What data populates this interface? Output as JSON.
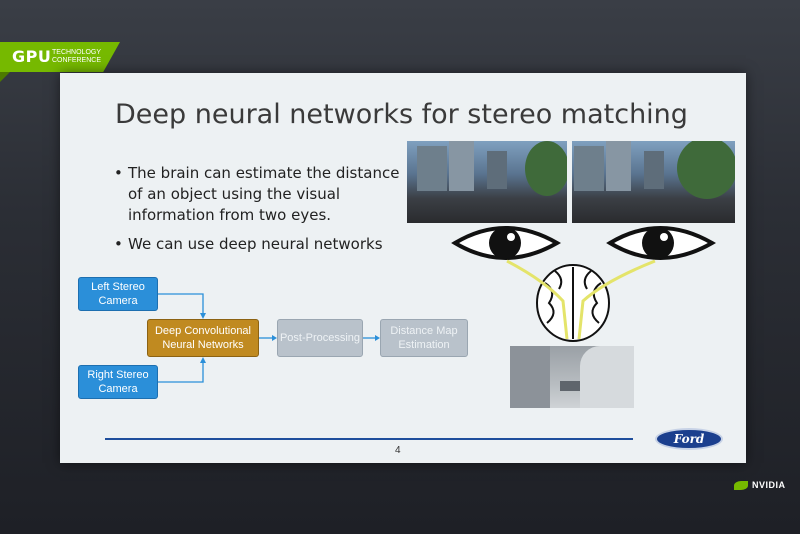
{
  "event_banner": {
    "brand": "GPU",
    "subtitle": "TECHNOLOGY CONFERENCE"
  },
  "slide": {
    "title": "Deep neural networks for stereo matching",
    "bullets": [
      "The brain can estimate the distance of an object using the visual information from two eyes.",
      "We can use deep neural networks"
    ],
    "diagram": {
      "left_input": "Left Stereo Camera",
      "right_input": "Right Stereo Camera",
      "cnn": "Deep Convolutional Neural Networks",
      "post": "Post-Processing",
      "output": "Distance Map Estimation"
    },
    "page_number": "4",
    "logo_text": "Ford"
  },
  "footer": {
    "sponsor": "NVIDIA"
  },
  "colors": {
    "accent_green": "#76b900",
    "diagram_blue": "#2b8fd9",
    "diagram_gold": "#c08a20",
    "rule_blue": "#1f4e9c"
  }
}
